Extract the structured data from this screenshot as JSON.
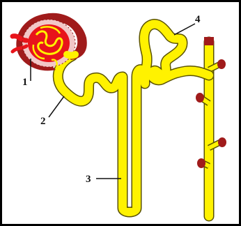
{
  "diagram": {
    "subject": "nephron",
    "labels": [
      {
        "id": "1",
        "text": "1"
      },
      {
        "id": "2",
        "text": "2"
      },
      {
        "id": "3",
        "text": "3"
      },
      {
        "id": "4",
        "text": "4"
      }
    ],
    "colors": {
      "tubule": "#FFF200",
      "tubule_outline": "#5a5200",
      "capsule": "#A01B1B",
      "capillary": "#E8141B",
      "capsule_lining": "#F2C7C7",
      "frame": "#000000",
      "background": "#ffffff"
    }
  }
}
